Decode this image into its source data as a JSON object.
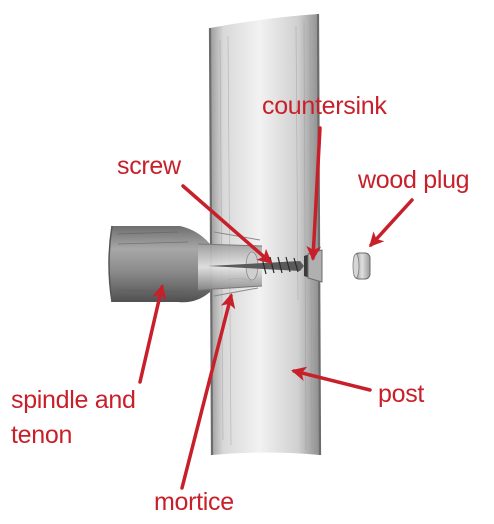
{
  "labels": {
    "countersink": "countersink",
    "screw": "screw",
    "wood_plug": "wood plug",
    "spindle_line1": "spindle and",
    "spindle_line2": "tenon",
    "post": "post",
    "mortice": "mortice"
  },
  "colors": {
    "label": "#c8202a",
    "arrow": "#c8202a",
    "pencil": "#7a7a7a"
  }
}
